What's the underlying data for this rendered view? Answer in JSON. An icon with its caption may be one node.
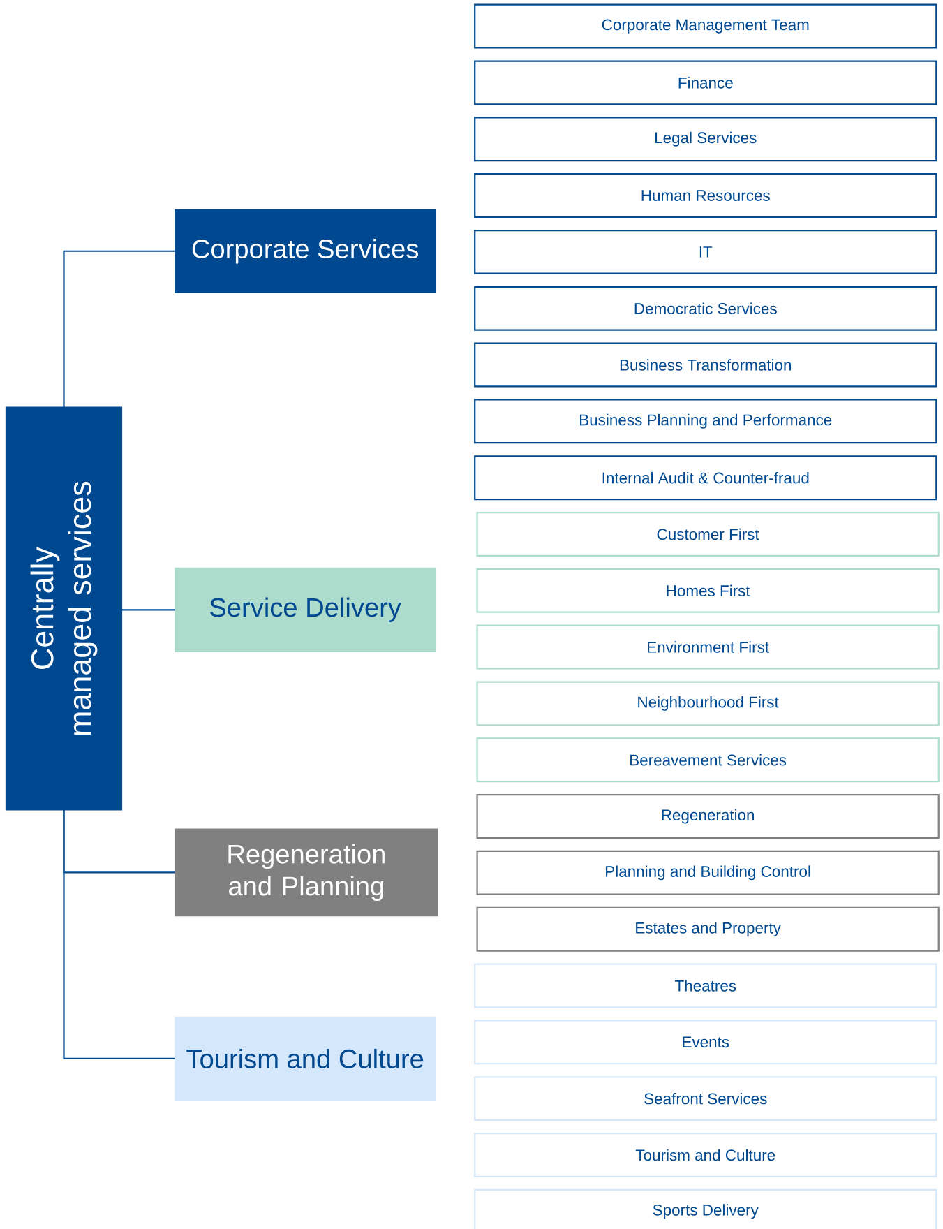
{
  "diagram": {
    "nodes": [
      {
        "text": [
          "Centrally managed services"
        ]
      },
      {
        "text": [
          "Corporate Services"
        ]
      },
      {
        "text": [
          "Service Delivery"
        ]
      },
      {
        "text": [
          "Regeneration and Planning"
        ]
      },
      {
        "text": [
          "Tourism and Culture"
        ]
      },
      {
        "text": [
          "Corporate Management Team"
        ]
      },
      {
        "text": [
          "Finance"
        ]
      },
      {
        "text": [
          "Legal Services"
        ]
      },
      {
        "text": [
          "Human Resources"
        ]
      },
      {
        "text": [
          "IT"
        ]
      },
      {
        "text": [
          "Democratic Services"
        ]
      },
      {
        "text": [
          "Business Transformation"
        ]
      },
      {
        "text": [
          "Business Planning and Performance"
        ]
      },
      {
        "text": [
          "Internal Audit & Counter-fraud"
        ]
      },
      {
        "text": [
          "Customer First"
        ]
      },
      {
        "text": [
          "Homes First"
        ]
      },
      {
        "text": [
          "Environment First"
        ]
      },
      {
        "text": [
          "Neighbourhood First"
        ]
      },
      {
        "text": [
          "Bereavement Services"
        ]
      },
      {
        "text": [
          "Regeneration"
        ]
      },
      {
        "text": [
          "Planning and Building Control"
        ]
      },
      {
        "text": [
          "Estates and Property"
        ]
      },
      {
        "text": [
          "Theatres"
        ]
      },
      {
        "text": [
          "Events"
        ]
      },
      {
        "text": [
          "Seafront Services"
        ]
      },
      {
        "text": [
          "Tourism and Culture"
        ]
      },
      {
        "text": [
          "Sports Delivery"
        ]
      }
    ],
    "edges": [
      {
        "from": 0,
        "to": 1,
        "arrow": "none"
      },
      {
        "from": 0,
        "to": 2,
        "arrow": "none"
      },
      {
        "from": 0,
        "to": 3,
        "arrow": "none"
      },
      {
        "from": 0,
        "to": 4,
        "arrow": "none"
      }
    ]
  }
}
